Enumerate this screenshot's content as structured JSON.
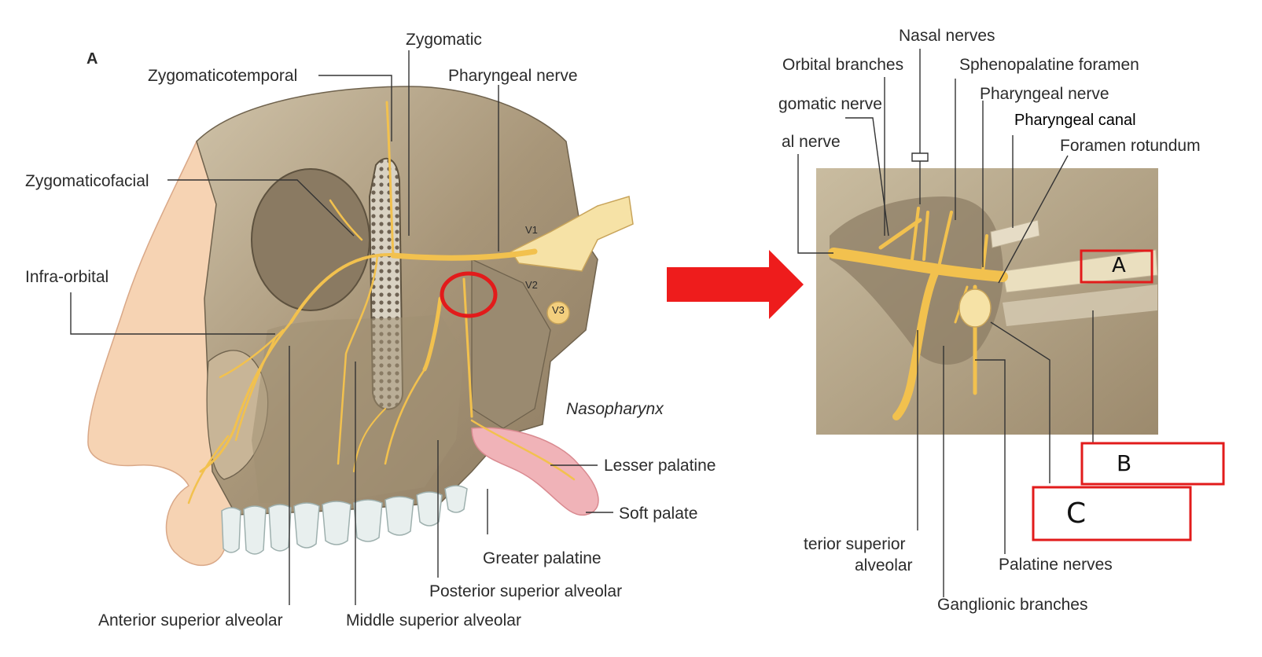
{
  "left_panel": {
    "panel_letter": "A",
    "labels": {
      "zygomatic": "Zygomatic",
      "zygomaticotemporal": "Zygomaticotemporal",
      "pharyngeal_nerve": "Pharyngeal nerve",
      "zygomaticofacial": "Zygomaticofacial",
      "infra_orbital": "Infra-orbital",
      "nasopharynx": "Nasopharynx",
      "lesser_palatine": "Lesser palatine",
      "soft_palate": "Soft palate",
      "greater_palatine": "Greater palatine",
      "posterior_superior_alveolar": "Posterior superior alveolar",
      "anterior_superior_alveolar": "Anterior superior alveolar",
      "middle_superior_alveolar": "Middle superior alveolar",
      "v1": "V1",
      "v2": "V2",
      "v3": "V3"
    }
  },
  "right_panel": {
    "labels": {
      "nasal_nerves": "Nasal nerves",
      "orbital_branches": "Orbital branches",
      "sphenopalatine_foramen": "Sphenopalatine foramen",
      "zygomatic_nerve": "gomatic nerve",
      "pharyngeal_nerve": "Pharyngeal nerve",
      "pharyngeal_canal": "Pharyngeal canal",
      "nerve_cut": "al nerve",
      "foramen_rotundum": "Foramen rotundum",
      "anterior_superior_alveolar_line1": "terior superior",
      "anterior_superior_alveolar_line2": "alveolar",
      "palatine_nerves": "Palatine nerves",
      "ganglionic_branches": "Ganglionic branches"
    },
    "annotations": {
      "box_a": "A",
      "box_b": "B",
      "box_c": "C"
    }
  },
  "colors": {
    "annotation_red": "#e21b1b",
    "nerve_yellow": "#f2c14e",
    "bone": "#b5a58a",
    "skin": "#f6d3b3",
    "soft_palate": "#f0b3b8"
  }
}
